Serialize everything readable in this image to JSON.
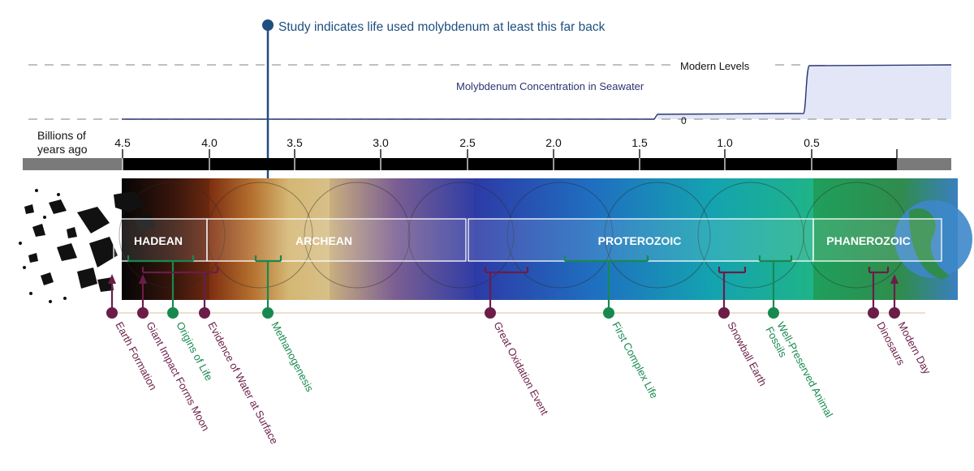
{
  "callout": "Study indicates life used molybdenum at least this far back",
  "modern_levels": "Modern Levels",
  "moly_label": "Molybdenum Concentration in Seawater",
  "zero_label": "0",
  "axis_title_line1": "Billions of",
  "axis_title_line2": "years ago",
  "ticks": [
    "4.5",
    "4.0",
    "3.5",
    "3.0",
    "2.5",
    "2.0",
    "1.5",
    "1.0",
    "0.5"
  ],
  "eras": {
    "hadean": "HADEAN",
    "archean": "ARCHEAN",
    "proterozoic": "PROTEROZOIC",
    "phanerozoic": "PHANEROZOIC"
  },
  "events": [
    {
      "label": "Earth Formation",
      "kind": "geo"
    },
    {
      "label": "Giant Impact Forms Moon",
      "kind": "geo"
    },
    {
      "label": "Origins of Life",
      "kind": "life"
    },
    {
      "label": "Evidence of Water at Surface",
      "kind": "geo"
    },
    {
      "label": "Methanogenesis",
      "kind": "life"
    },
    {
      "label": "Great Oxidation Event",
      "kind": "geo"
    },
    {
      "label": "First Complex Life",
      "kind": "life"
    },
    {
      "label": "Snowball Earth",
      "kind": "geo"
    },
    {
      "label": "Well-Preserved Animal",
      "label2": "Fossils",
      "kind": "life"
    },
    {
      "label": "Dinosaurs",
      "kind": "geo"
    },
    {
      "label": "Modern Day",
      "kind": "geo"
    }
  ],
  "colors": {
    "geo": "#6b1d48",
    "life": "#17894f",
    "callout": "#1e4f80",
    "moly_line": "#2a3570",
    "moly_fill": "#e3e6f6",
    "bar": "#000000",
    "bar_ends": "#7a7a7a"
  }
}
